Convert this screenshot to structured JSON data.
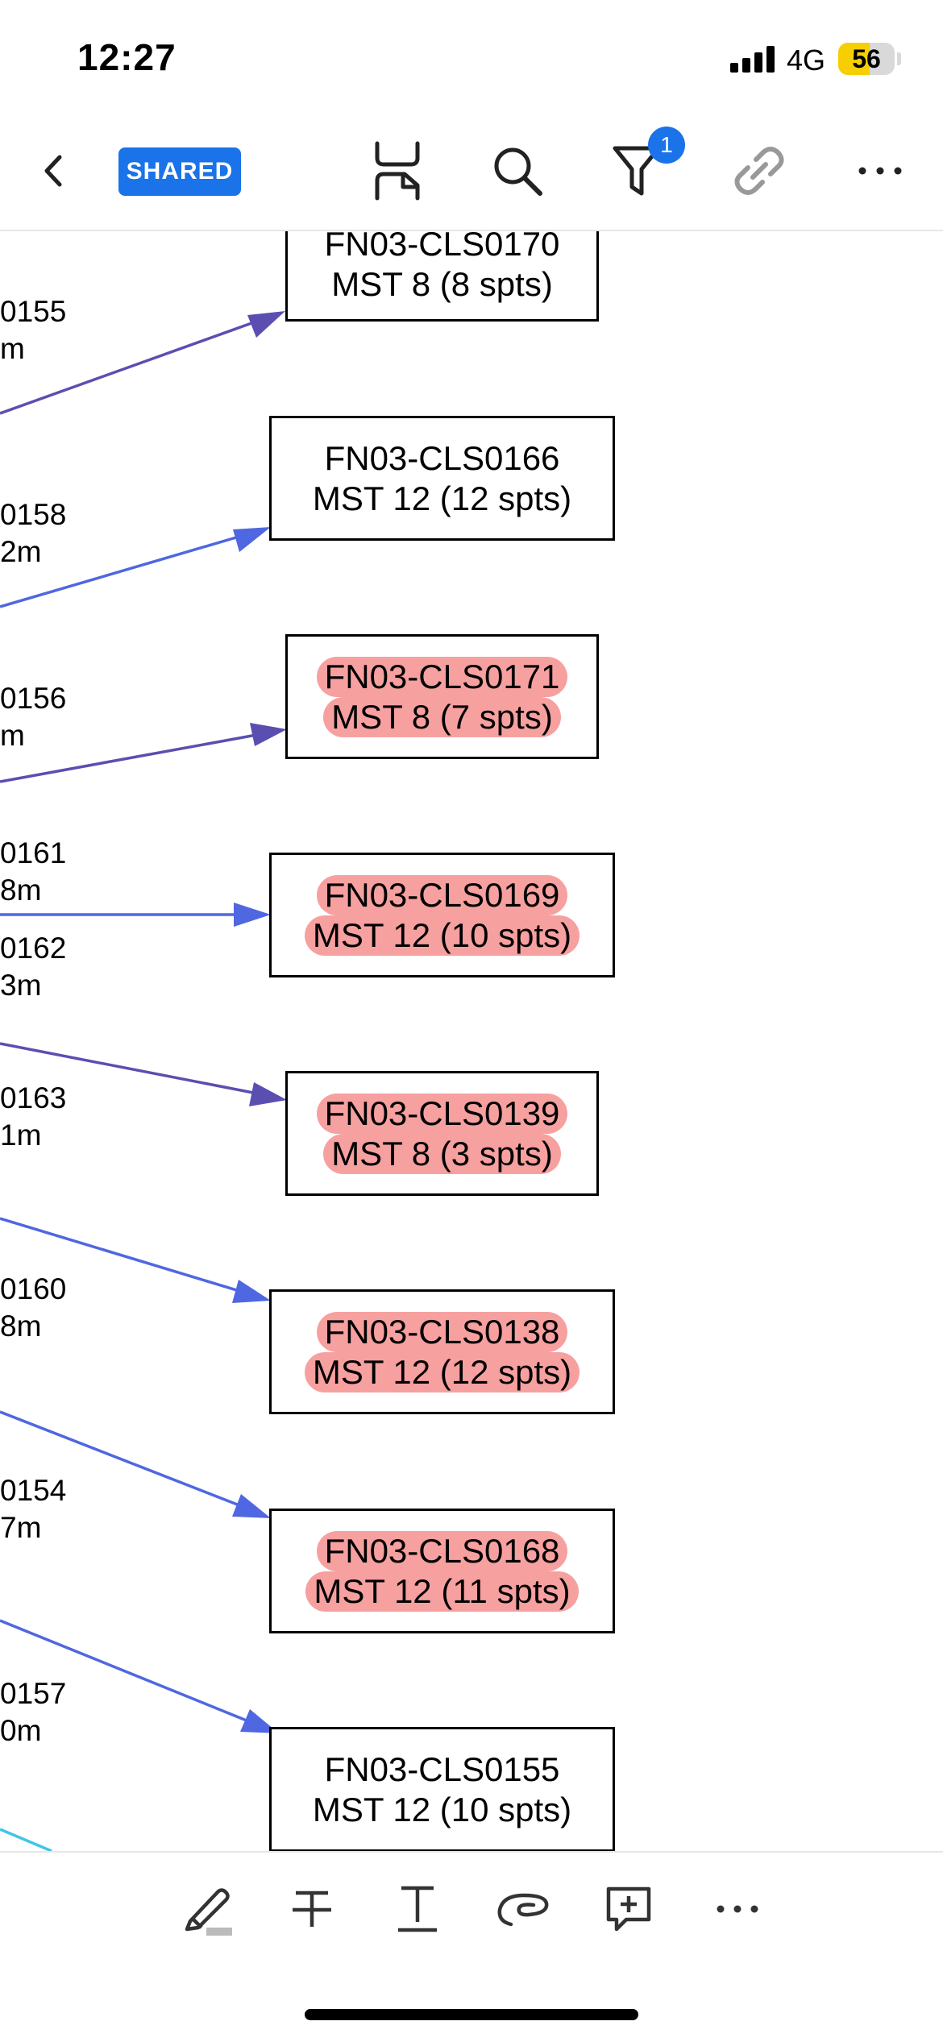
{
  "status_bar": {
    "time": "12:27",
    "network": "4G",
    "battery_level": 56,
    "battery_text": "56"
  },
  "toolbar": {
    "back_icon": "chevron-left-icon",
    "shared_label": "SHARED",
    "reader_icon": "reader-view-icon",
    "search_icon": "search-icon",
    "filter_icon": "filter-icon",
    "filter_count": "1",
    "link_icon": "link-icon",
    "more_icon": "more-horizontal-icon"
  },
  "diagram": {
    "edge_labels": [
      {
        "line1": "0155",
        "line2": "m"
      },
      {
        "line1": "0158",
        "line2": "2m"
      },
      {
        "line1": "0156",
        "line2": "m"
      },
      {
        "line1": "0161",
        "line2": "8m"
      },
      {
        "line1": "0162",
        "line2": "3m"
      },
      {
        "line1": "0163",
        "line2": "1m"
      },
      {
        "line1": "0160",
        "line2": "8m"
      },
      {
        "line1": "0154",
        "line2": "7m"
      },
      {
        "line1": "0157",
        "line2": "0m"
      }
    ],
    "nodes": [
      {
        "name": "FN03-CLS0170",
        "detail": "MST 8 (8 spts)",
        "highlighted": false
      },
      {
        "name": "FN03-CLS0166",
        "detail": "MST 12 (12 spts)",
        "highlighted": false
      },
      {
        "name": "FN03-CLS0171",
        "detail": "MST 8 (7 spts)",
        "highlighted": true
      },
      {
        "name": "FN03-CLS0169",
        "detail": "MST 12 (10 spts)",
        "highlighted": true
      },
      {
        "name": "FN03-CLS0139",
        "detail": "MST 8 (3 spts)",
        "highlighted": true
      },
      {
        "name": "FN03-CLS0138",
        "detail": "MST 12 (12 spts)",
        "highlighted": true
      },
      {
        "name": "FN03-CLS0168",
        "detail": "MST 12 (11 spts)",
        "highlighted": true
      },
      {
        "name": "FN03-CLS0155",
        "detail": "MST 12 (10 spts)",
        "highlighted": false
      }
    ],
    "colors": {
      "edge_purple": "#5a4fb0",
      "edge_blue": "#4f67e0",
      "edge_cyan": "#3ec6e6",
      "highlight": "#f7a0a0"
    }
  },
  "bottom_bar": {
    "icons": [
      "highlighter-icon",
      "strikethrough-icon",
      "text-underline-icon",
      "freehand-draw-icon",
      "add-comment-icon",
      "more-horizontal-icon"
    ]
  }
}
